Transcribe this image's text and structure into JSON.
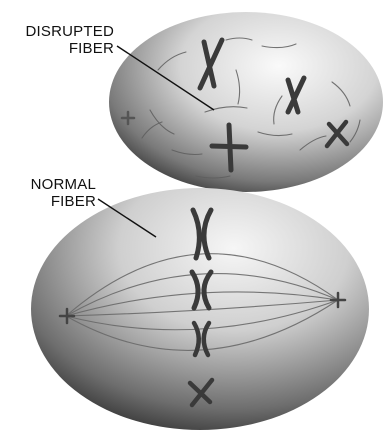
{
  "labels": {
    "disrupted": [
      "DISRUPTED",
      "FIBER"
    ],
    "normal": [
      "NORMAL",
      "FIBER"
    ]
  },
  "colors": {
    "ink": "#111111",
    "chromosome": "#3a3a3a",
    "cell_light": "#f2f2f2",
    "cell_dark": "#2a2a2a"
  }
}
